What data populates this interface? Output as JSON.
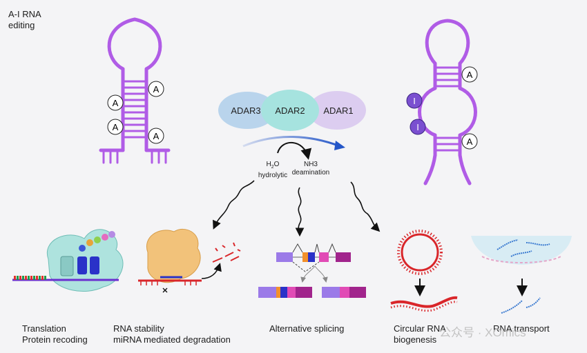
{
  "title": {
    "line1": "A-I RNA",
    "line2": "editing"
  },
  "enzymes": [
    "ADAR3",
    "ADAR2",
    "ADAR1"
  ],
  "reaction": {
    "left_line1_main": "H",
    "left_line1_sub": "2",
    "left_line1_tail": "O",
    "left_line2": "hydrolytic",
    "right_line1": "NH3",
    "right_line2": "deamination"
  },
  "bases": {
    "adenosine": "A",
    "inosine": "I"
  },
  "outcomes": {
    "translation": {
      "line1": "Translation",
      "line2": "Protein recoding"
    },
    "stability": {
      "line1": "RNA stability",
      "line2": "miRNA mediated degradation"
    },
    "splicing": {
      "line1": "Alternative splicing"
    },
    "circular": {
      "line1": "Circular RNA",
      "line2": "biogenesis"
    },
    "transport": {
      "line1": "RNA transport"
    }
  },
  "watermark": "公众号 · XOmics",
  "colors": {
    "hairpin": "#b05ce6",
    "inosine": "#7a4fd0",
    "mrna_red": "#d9262a",
    "ribosome": "#f2c27a",
    "blue_arrow": "#2456c8",
    "transport_blue": "#3a7ad0"
  }
}
